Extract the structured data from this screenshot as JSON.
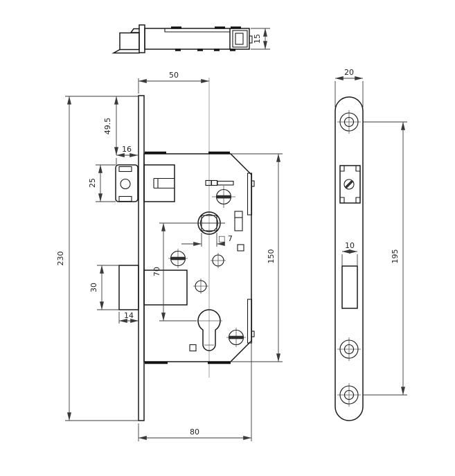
{
  "colors": {
    "background": "#ffffff",
    "object_line": "#1a1a1a",
    "dimension_line": "#3a3a3a",
    "text": "#222222"
  },
  "dims": {
    "top": {
      "case_thickness": "15"
    },
    "front": {
      "backset": "50",
      "top_to_latch": "49.5",
      "latch_width": "16",
      "latch_height": "25",
      "faceplate_length": "230",
      "deadbolt_height": "30",
      "deadbolt_width": "14",
      "hub_to_cylinder": "70",
      "case_height": "150",
      "spindle_square": "□ 7",
      "case_depth": "80"
    },
    "side": {
      "plate_width": "20",
      "bolt_cutout_width": "10",
      "screw_spacing": "195"
    }
  }
}
